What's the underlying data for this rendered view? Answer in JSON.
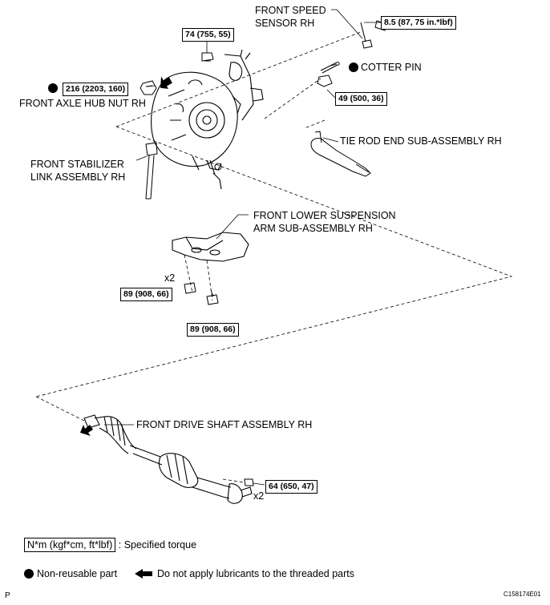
{
  "labels": {
    "speed_sensor_1": "FRONT SPEED",
    "speed_sensor_2": "SENSOR RH",
    "cotter_pin": "COTTER PIN",
    "hub_nut": "FRONT AXLE HUB NUT RH",
    "stabilizer_1": "FRONT STABILIZER",
    "stabilizer_2": "LINK ASSEMBLY RH",
    "tie_rod": "TIE ROD END SUB-ASSEMBLY RH",
    "lower_arm_1": "FRONT LOWER SUSPENSION",
    "lower_arm_2": "ARM SUB-ASSEMBLY RH",
    "drive_shaft": "FRONT DRIVE SHAFT ASSEMBLY RH",
    "x2_arm": "x2",
    "x2_shaft": "x2"
  },
  "torques": {
    "sensor_bolt": "8.5 (87, 75 in.*lbf)",
    "top_nut": "74 (755, 55)",
    "hub_nut": "216 (2203, 160)",
    "tie_rod_nut": "49 (500, 36)",
    "arm_nut": "89 (908, 66)",
    "arm_bolt": "89 (908, 66)",
    "shaft_bolt": "64 (650, 47)"
  },
  "legend": {
    "torque_unit": "N*m (kgf*cm, ft*lbf)",
    "torque_desc": ": Specified torque",
    "non_reusable": "Non-reusable part",
    "no_lube": "Do not apply lubricants to the threaded parts"
  },
  "footer": {
    "page_letter": "P",
    "figure_code": "C158174E01"
  }
}
